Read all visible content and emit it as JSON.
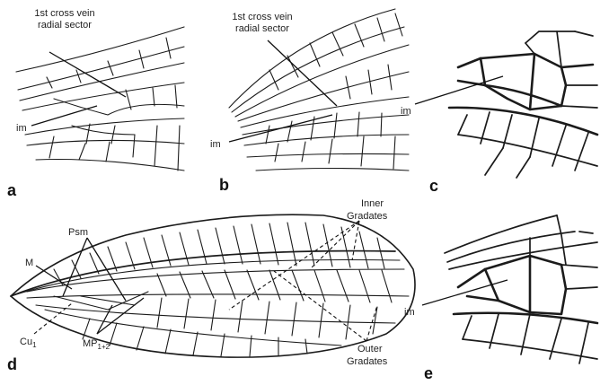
{
  "panels": {
    "a": {
      "letter": "a",
      "cross_vein_label": [
        "1st cross vein",
        "radial sector"
      ],
      "im_label": "im"
    },
    "b": {
      "letter": "b",
      "cross_vein_label": [
        "1st cross vein",
        "radial sector"
      ],
      "im_label": "im"
    },
    "c": {
      "letter": "c",
      "im_label": "im"
    },
    "d": {
      "letter": "d",
      "labels": {
        "psm": "Psm",
        "m": "M",
        "cu": "Cu",
        "cu_sub": "1",
        "mp": "MP",
        "mp_sub": "1+2",
        "inner": [
          "Inner",
          "Gradates"
        ],
        "outer": [
          "Outer",
          "Gradates"
        ]
      }
    },
    "e": {
      "letter": "e",
      "im_label": "im"
    }
  }
}
